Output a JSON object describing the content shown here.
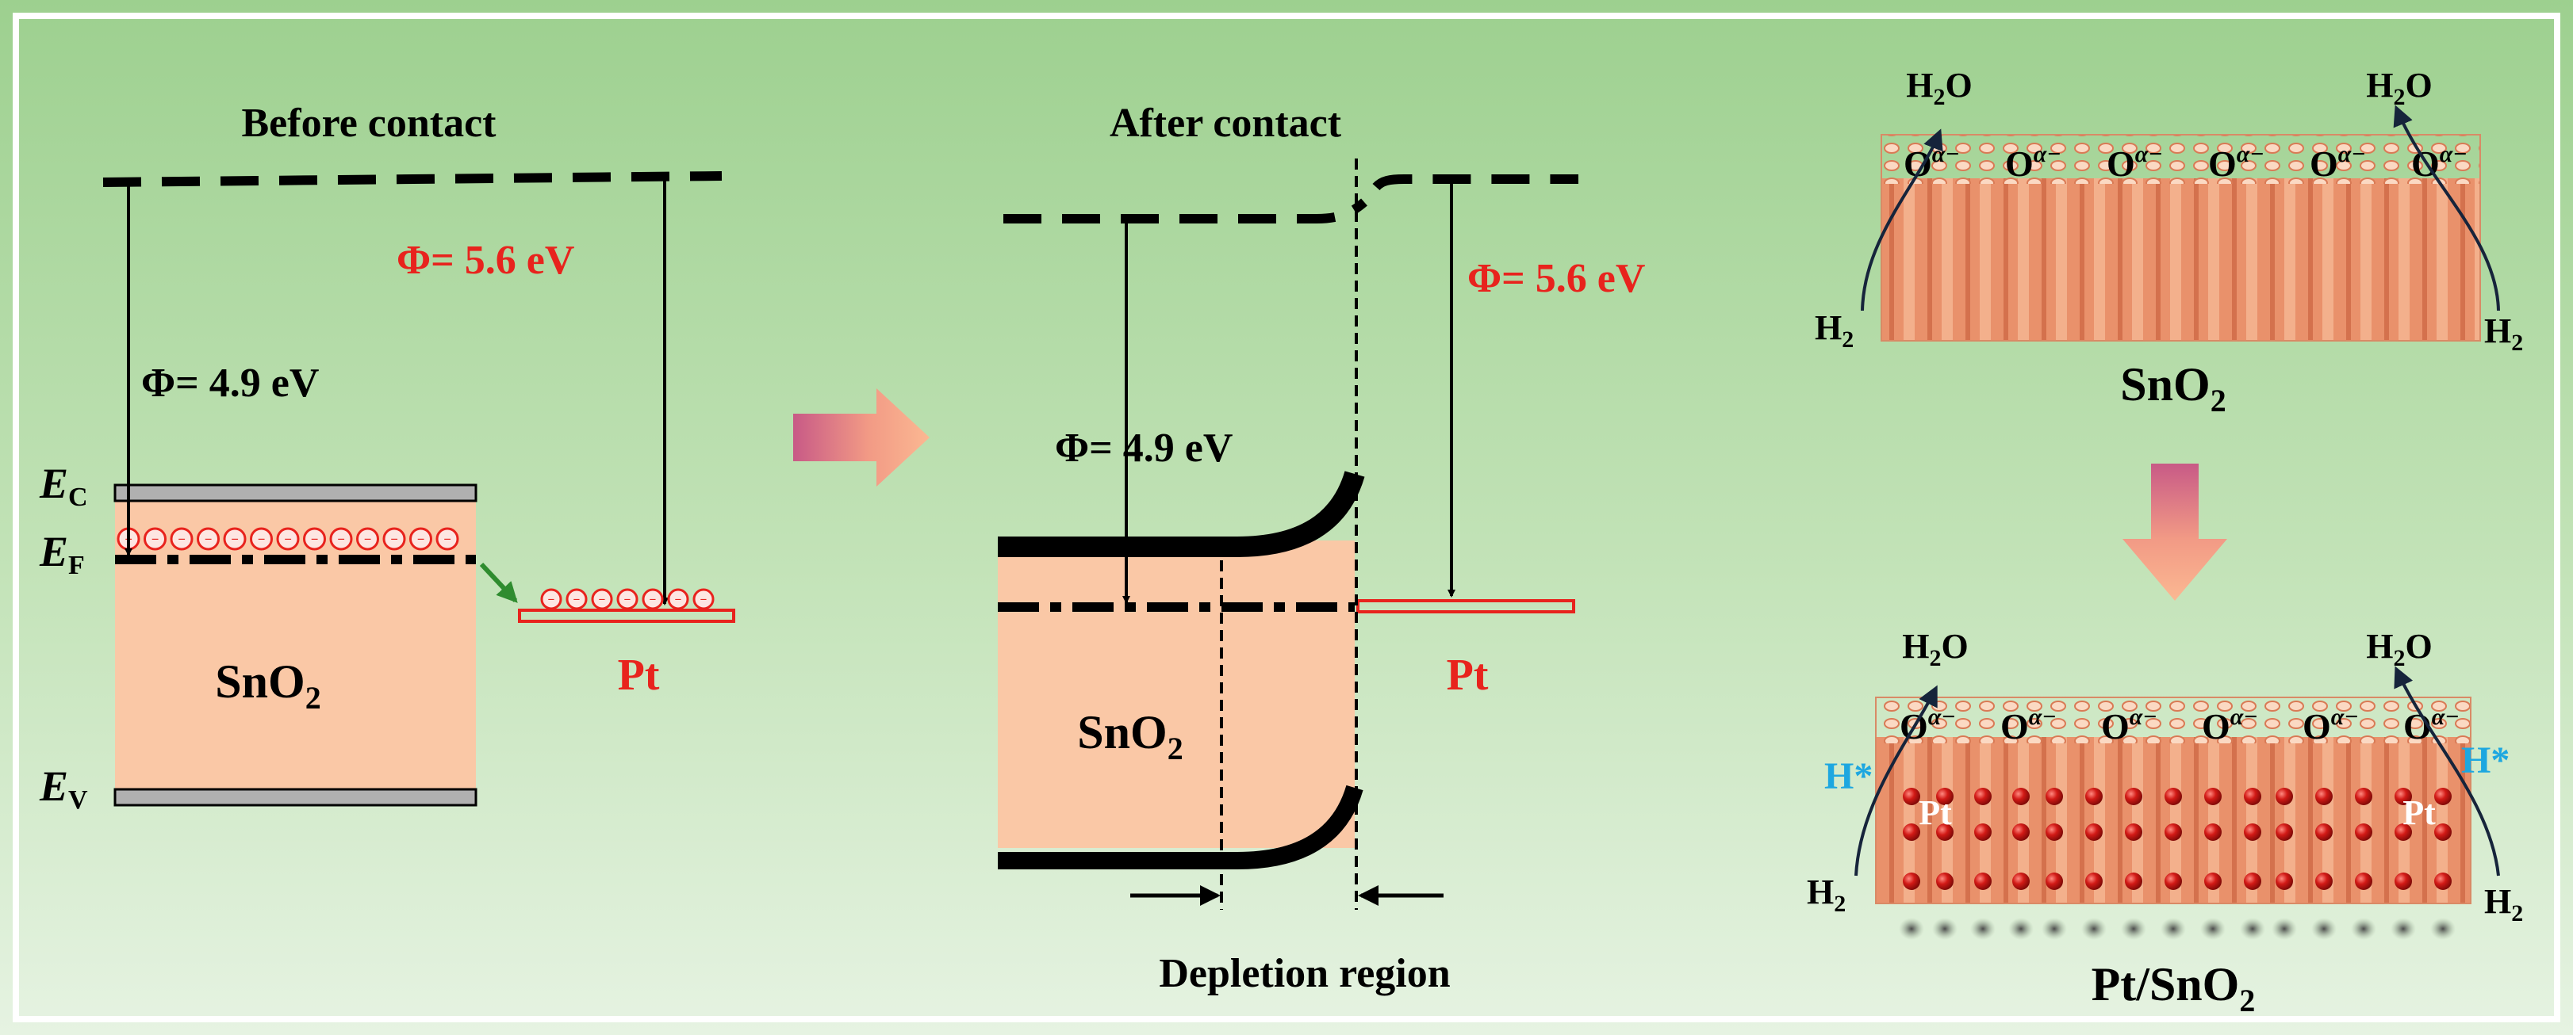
{
  "colors": {
    "background_top": "#9dd08f",
    "background_bottom": "#e6f3e2",
    "semiconductor_fill": "#fac8a6",
    "band_outline": "#000000",
    "band_gray": "#b0b0b0",
    "metal_red": "#e8231d",
    "annotation_blue": "#1da7e0",
    "arrow_green": "#2f8c2f",
    "surface_orange": "#e8916a",
    "pt_particle": "#d21a16"
  },
  "panel_before": {
    "title": "Before contact",
    "phi_sno2": "Φ= 4.9 eV",
    "phi_pt": "Φ= 5.6 eV",
    "label_ec_main": "E",
    "label_ec_sub": "C",
    "label_ef_main": "E",
    "label_ef_sub": "F",
    "label_ev_main": "E",
    "label_ev_sub": "V",
    "sno2_main": "SnO",
    "sno2_sub": "2",
    "pt": "Pt",
    "electron_symbol": "−",
    "electrons_in_band": 13,
    "electrons_on_pt": 7
  },
  "panel_after": {
    "title": "After contact",
    "phi_sno2": "Φ= 4.9 eV",
    "phi_pt": "Φ= 5.6 eV",
    "sno2_main": "SnO",
    "sno2_sub": "2",
    "pt": "Pt",
    "depletion_label": "Depletion region"
  },
  "panel_surface": {
    "sites_top": [
      {
        "main": "O",
        "sup": "α−"
      },
      {
        "main": "O",
        "sup": "α−"
      },
      {
        "main": "O",
        "sup": "α−"
      },
      {
        "main": "O",
        "sup": "α−"
      },
      {
        "main": "O",
        "sup": "α−"
      },
      {
        "main": "O",
        "sup": "α−"
      }
    ],
    "sites_bottom": [
      {
        "main": "O",
        "sup": "α−"
      },
      {
        "main": "O",
        "sup": "α−"
      },
      {
        "main": "O",
        "sup": "α−"
      },
      {
        "main": "O",
        "sup": "α−"
      },
      {
        "main": "O",
        "sup": "α−"
      },
      {
        "main": "O",
        "sup": "α−"
      }
    ],
    "h2o_main": "H",
    "h2o_sub": "2",
    "h2o_tail": "O",
    "h2_main": "H",
    "h2_sub": "2",
    "h_star": "H*",
    "pt_label": "Pt",
    "top_caption_main": "SnO",
    "top_caption_sub": "2",
    "bottom_caption_main": "Pt/SnO",
    "bottom_caption_sub": "2"
  }
}
